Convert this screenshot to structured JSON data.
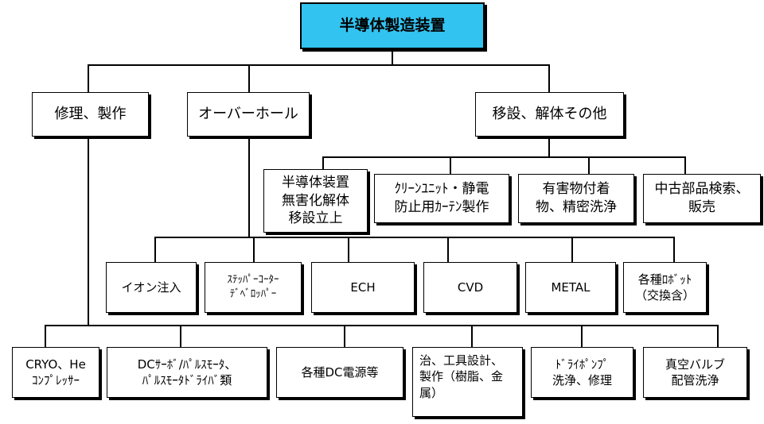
{
  "root": {
    "label": "半導体製造装置"
  },
  "level1": [
    {
      "label": "修理、製作"
    },
    {
      "label": "オーバーホール"
    },
    {
      "label": "移設、解体その他"
    }
  ],
  "level2": [
    {
      "label": "半導体装置\n無害化解体\n移設立上"
    },
    {
      "label": "ｸﾘｰﾝﾕﾆｯﾄ・静電\n防止用ｶｰﾃﾝ製作"
    },
    {
      "label": "有害物付着\n物、精密洗浄"
    },
    {
      "label": "中古部品検索、\n販売"
    }
  ],
  "level3": [
    {
      "label": "イオン注入"
    },
    {
      "label": "ｽﾃｯﾊﾟｰｺｰﾀｰ\nﾃﾞﾍﾞﾛｯﾊﾟｰ"
    },
    {
      "label": "ECH"
    },
    {
      "label": "CVD"
    },
    {
      "label": "METAL"
    },
    {
      "label": "各種ﾛﾎﾞｯﾄ\n（交換含）"
    }
  ],
  "level4": [
    {
      "label": "CRYO、He\nｺﾝﾌﾟﾚｯｻｰ"
    },
    {
      "label": "DCｻｰﾎﾞ/ﾊﾟﾙｽﾓｰﾀ、\nﾊﾟﾙｽﾓｰﾀﾄﾞﾗｲﾊﾞ類"
    },
    {
      "label": "各種DC電源等"
    },
    {
      "label": "治、工具設計、\n製作（樹脂、金\n属）"
    },
    {
      "label": "ﾄﾞﾗｲﾎﾟﾝﾌﾟ\n洗浄、修理"
    },
    {
      "label": "真空バルブ\n配管洗浄"
    }
  ]
}
